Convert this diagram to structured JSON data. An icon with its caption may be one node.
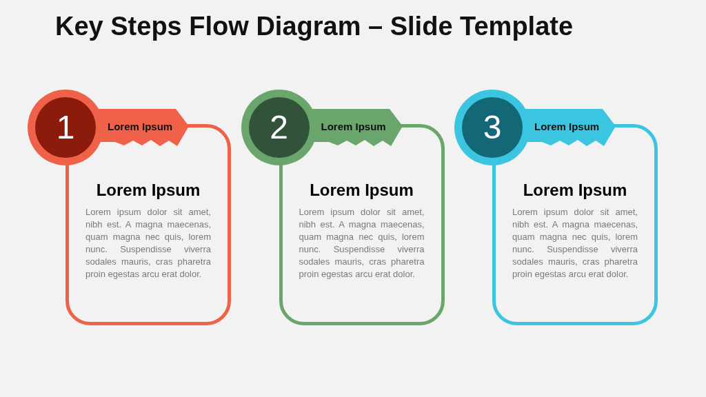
{
  "diagram": {
    "title": "Key Steps Flow Diagram – Slide Template",
    "nodes": [
      {
        "text": [
          "1",
          "Lorem Ipsum",
          "Lorem Ipsum",
          "Lorem ipsum dolor sit amet, nibh est. A magna maecenas, quam magna nec quis, lorem nunc. Suspendisse viverra sodales mauris, cras pharetra proin egestas arcu erat dolor."
        ]
      },
      {
        "text": [
          "2",
          "Lorem Ipsum",
          "Lorem Ipsum",
          "Lorem ipsum dolor sit amet, nibh est. A magna maecenas, quam magna nec quis, lorem nunc. Suspendisse viverra sodales mauris, cras pharetra proin egestas arcu erat dolor."
        ]
      },
      {
        "text": [
          "3",
          "Lorem Ipsum",
          "Lorem Ipsum",
          "Lorem ipsum dolor sit amet, nibh est. A magna maecenas, quam magna nec quis, lorem nunc. Suspendisse viverra sodales mauris, cras pharetra proin egestas arcu erat dolor."
        ]
      }
    ]
  }
}
